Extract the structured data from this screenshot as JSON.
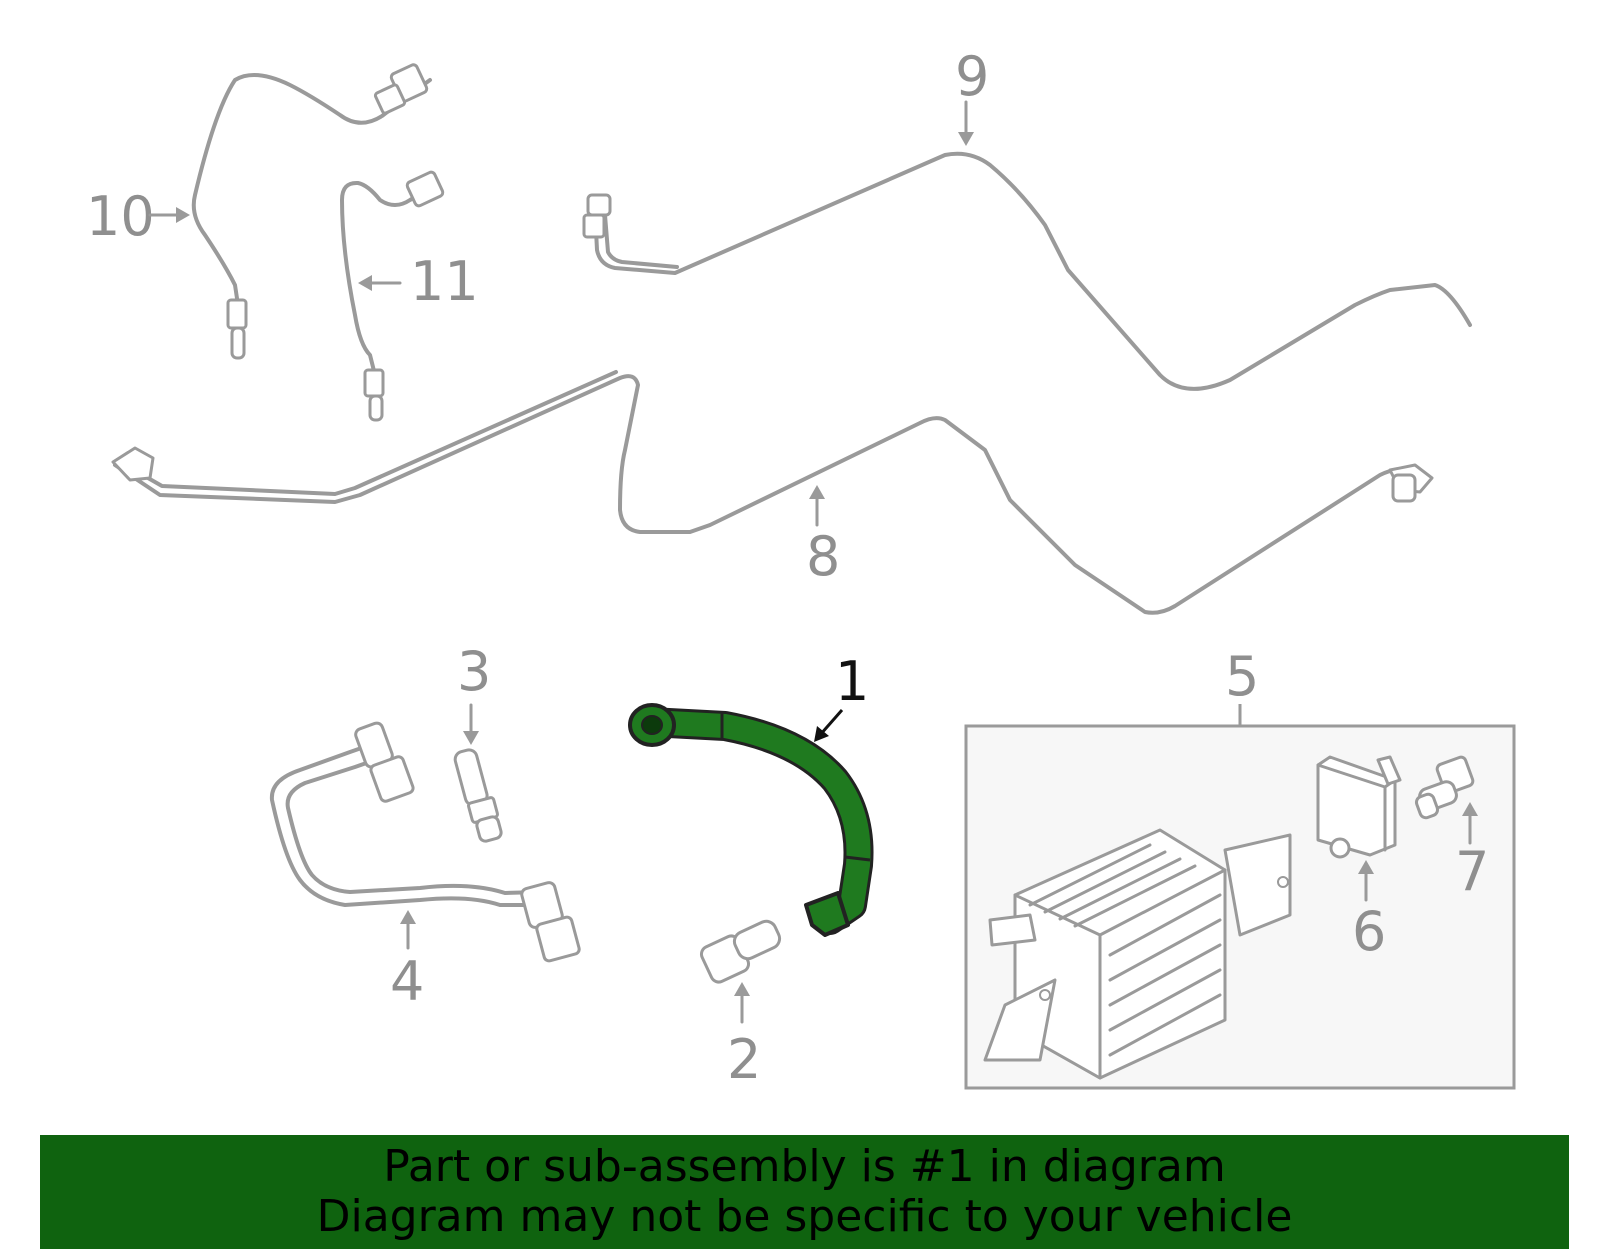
{
  "callouts": {
    "c1": "1",
    "c2": "2",
    "c3": "3",
    "c4": "4",
    "c5": "5",
    "c6": "6",
    "c7": "7",
    "c8": "8",
    "c9": "9",
    "c10": "10",
    "c11": "11"
  },
  "banner": {
    "line1": "Part or sub-assembly is #1 in diagram",
    "line2": "Diagram may not be specific to your vehicle"
  },
  "colors": {
    "highlight": "#1f7a1f",
    "banner": "#0f630f",
    "line_art": "#9a9a9a"
  }
}
